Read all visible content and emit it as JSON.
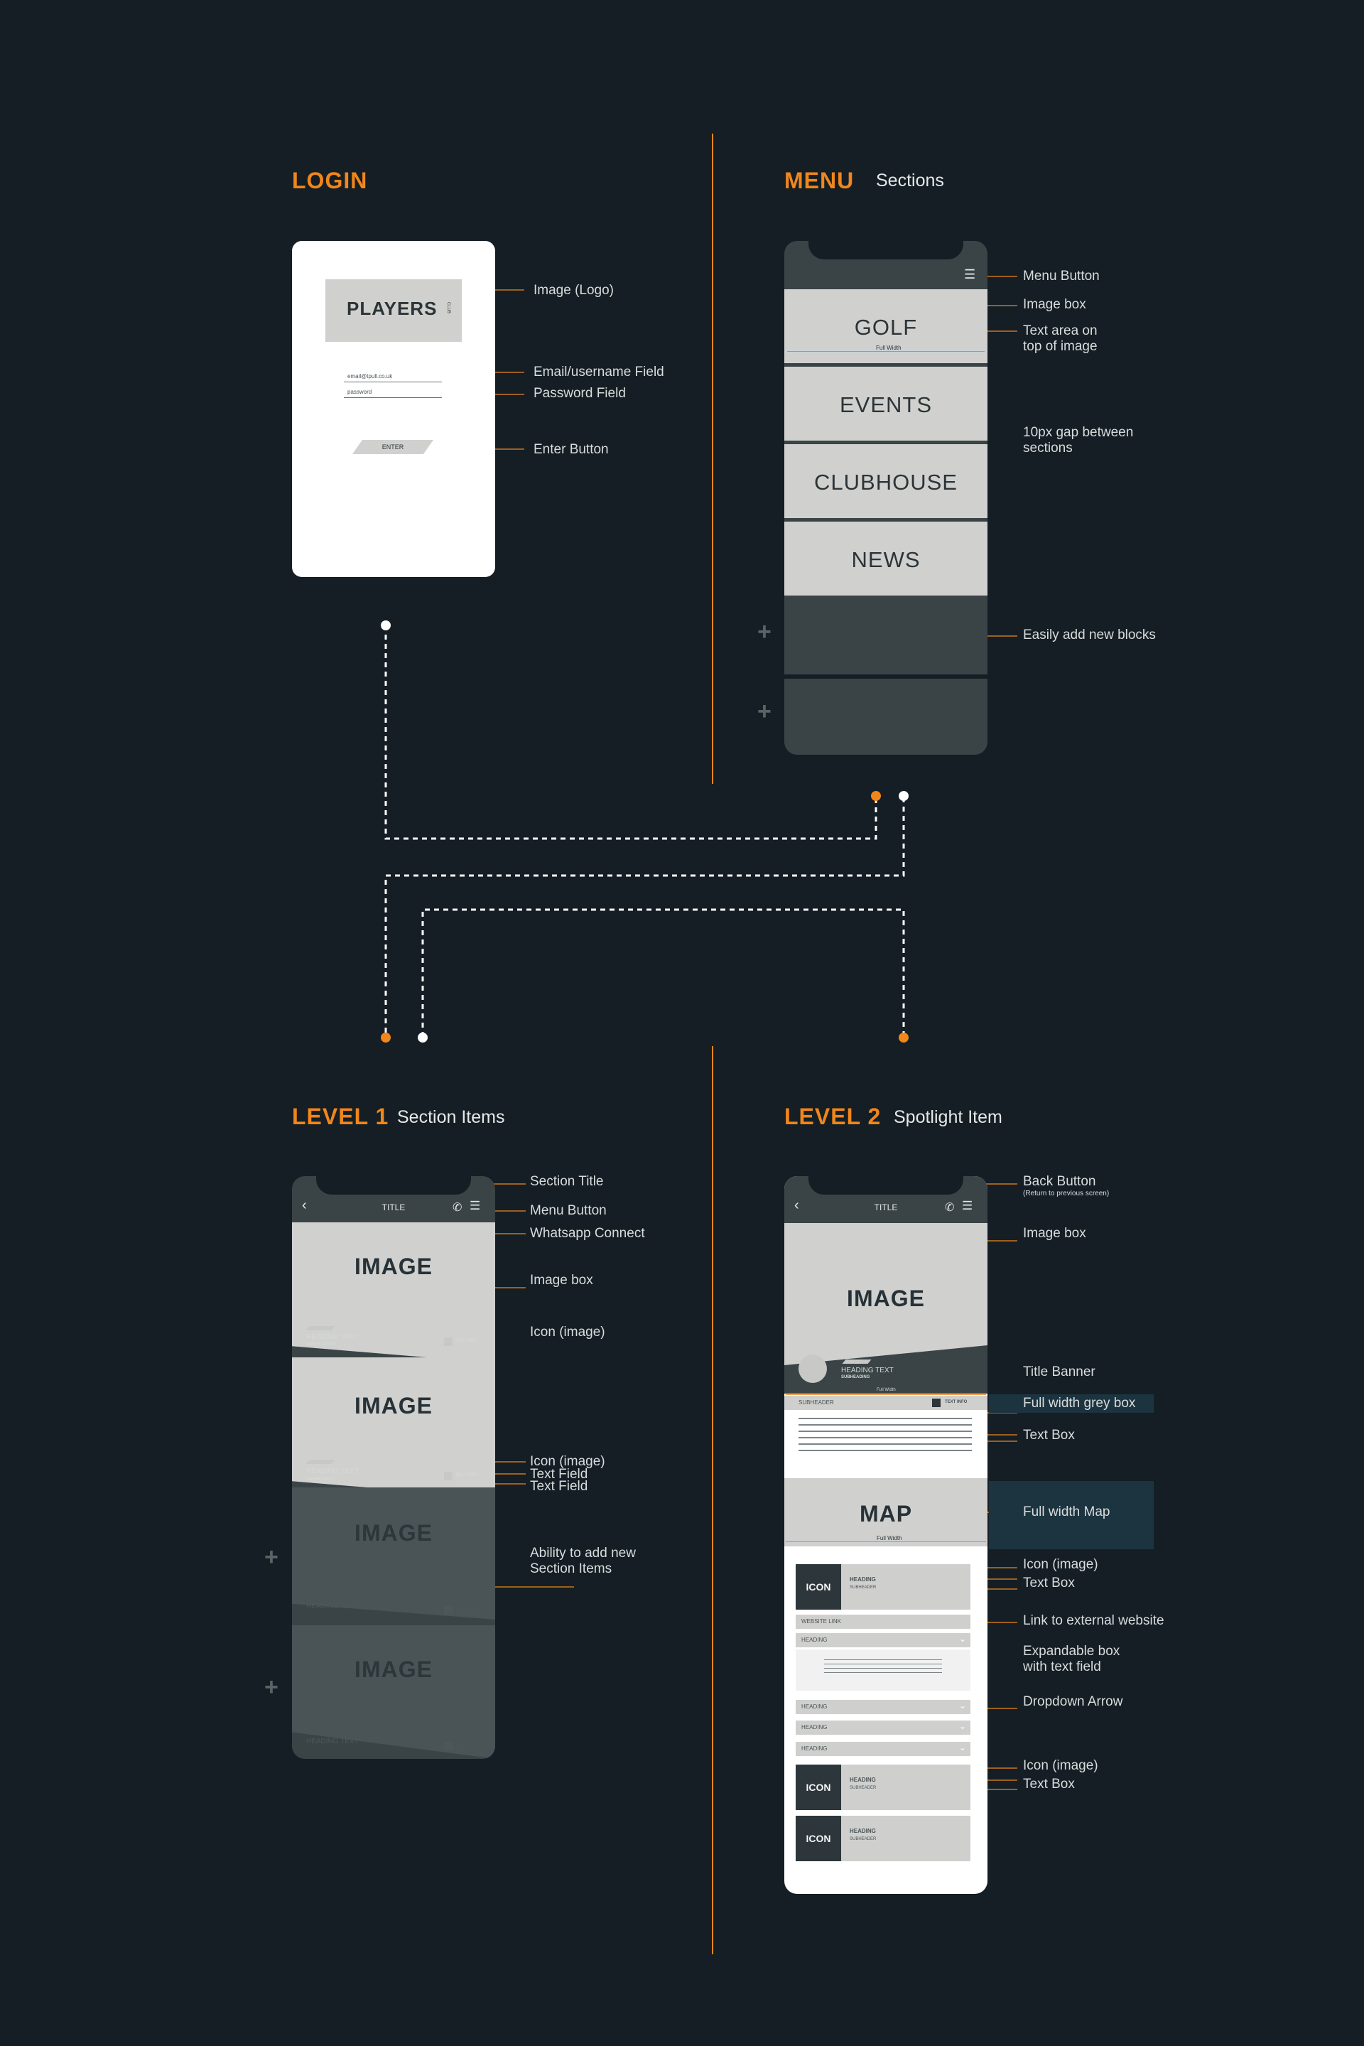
{
  "sections": {
    "login": {
      "title": "LOGIN"
    },
    "menu": {
      "title": "MENU",
      "subtitle": "Sections"
    },
    "level1": {
      "title": "LEVEL 1",
      "subtitle": "Section Items"
    },
    "level2": {
      "title": "LEVEL 2",
      "subtitle": "Spotlight Item"
    }
  },
  "login_screen": {
    "logo_text": "PLAYERS",
    "logo_side_text": "CLUB",
    "email_placeholder": "email@tpull.co.uk",
    "password_placeholder": "password",
    "enter_label": "ENTER"
  },
  "login_annotations": [
    "Image (Logo)",
    "Email/username Field",
    "Password Field",
    "Enter Button"
  ],
  "menu_screen": {
    "blocks": [
      "GOLF",
      "EVENTS",
      "CLUBHOUSE",
      "NEWS"
    ],
    "full_width_label": "Full Width",
    "hamburger": "☰"
  },
  "menu_annotations": {
    "menu_button": "Menu Button",
    "image_box": "Image box",
    "text_area": "Text area on top of image",
    "gap": "10px gap between sections",
    "add_blocks": "Easily add new blocks"
  },
  "level1_screen": {
    "title": "TITLE",
    "image_label": "IMAGE",
    "heading_text": "HEADING TEXT",
    "subheading": "SUBHEADING",
    "text_info": "TEXT INFO"
  },
  "level1_annotations": {
    "section_title": "Section Title",
    "menu_button": "Menu Button",
    "whatsapp": "Whatsapp Connect",
    "image_box": "Image box",
    "icon1": "Icon (image)",
    "icon2": "Icon (image)",
    "text_field1": "Text Field",
    "text_field2": "Text Field",
    "add_items": "Ability to add new Section Items"
  },
  "level2_screen": {
    "title": "TITLE",
    "image_label": "IMAGE",
    "heading_text": "HEADING TEXT",
    "subheading": "SUBHEADING",
    "full_width": "Full Width",
    "subheader": "SUBHEADER",
    "text_info": "TEXT INFO",
    "map_label": "MAP",
    "icon_label": "ICON",
    "heading": "HEADING",
    "subheader_small": "SUBHEADER",
    "website_link": "WEBSITE LINK"
  },
  "level2_annotations": {
    "back_button": "Back Button",
    "back_note": "(Return to previous screen)",
    "image_box": "Image box",
    "title_banner": "Title Banner",
    "grey_box": "Full width grey box",
    "text_box1": "Text Box",
    "map": "Full width Map",
    "icon1": "Icon (image)",
    "text_box2": "Text Box",
    "link": "Link to external website",
    "expandable": "Expandable box with text field",
    "dropdown": "Dropdown Arrow",
    "icon2": "Icon (image)",
    "text_box3": "Text Box"
  },
  "colors": {
    "background": "#141e24",
    "accent": "#f0861c",
    "grey_block": "#d0d1cf",
    "dark_block": "#3a4446"
  }
}
